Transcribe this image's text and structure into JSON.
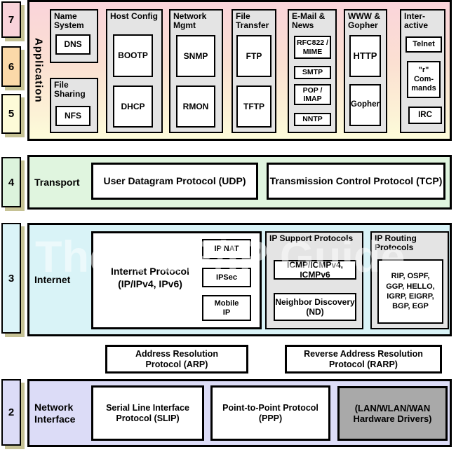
{
  "colors": {
    "layer7": "#f9d3da",
    "layer6": "#fbd9a9",
    "layer5": "#fdfbd8",
    "layer4": "#dcf3dc",
    "layer3": "#dbf4f8",
    "layer2": "#dcdcf7",
    "app_top": "#fad4da",
    "app_bottom": "#fdfcda",
    "transport_bg": "#e0f5df",
    "internet_bg": "#d9f3f7",
    "network_bg": "#dcdcf7",
    "group_bg": "#e4e4e4",
    "hw_bg": "#a9a9a9",
    "shadow": "#c6c295"
  },
  "watermark": "The TCP/IP Guide",
  "layer_numbers": {
    "l7": "7",
    "l6": "6",
    "l5": "5",
    "l4": "4",
    "l3": "3",
    "l2": "2"
  },
  "application": {
    "label": "Application",
    "groups": [
      {
        "title": "Name System",
        "items": [
          "DNS"
        ]
      },
      {
        "title": "File Sharing",
        "items": [
          "NFS"
        ]
      },
      {
        "title": "Host Config",
        "items": [
          "BOOTP",
          "DHCP"
        ]
      },
      {
        "title": "Network Mgmt",
        "items": [
          "SNMP",
          "RMON"
        ]
      },
      {
        "title": "File Transfer",
        "items": [
          "FTP",
          "TFTP"
        ]
      },
      {
        "title": "E-Mail & News",
        "items": [
          "RFC822 / MIME",
          "SMTP",
          "POP / IMAP",
          "NNTP"
        ]
      },
      {
        "title": "WWW & Gopher",
        "items": [
          "HTTP",
          "Gopher"
        ]
      },
      {
        "title": "Inter-active",
        "items": [
          "Telnet",
          "\"r\" Com-mands",
          "IRC"
        ]
      }
    ]
  },
  "transport": {
    "label": "Transport",
    "udp": "User Datagram Protocol (UDP)",
    "tcp": "Transmission Control Protocol (TCP)"
  },
  "internet": {
    "label": "Internet",
    "ip_box": "Internet Protocol (IP/IPv4, IPv6)",
    "ip_side_boxes": [
      "IP NAT",
      "IPSec",
      "Mobile IP"
    ],
    "support": {
      "title": "IP Support Protocols",
      "items": [
        "ICMP/ICMPv4, ICMPv6",
        "Neighbor Discovery (ND)"
      ]
    },
    "routing": {
      "title": "IP Routing Protocols",
      "list": "RIP, OSPF, GGP, HELLO, IGRP, EIGRP, BGP, EGP"
    }
  },
  "resolution": {
    "arp": "Address Resolution Protocol (ARP)",
    "rarp": "Reverse Address Resolution Protocol (RARP)"
  },
  "network_interface": {
    "label": "Network Interface",
    "slip": "Serial Line Interface Protocol (SLIP)",
    "ppp": "Point-to-Point Protocol (PPP)",
    "hardware": "(LAN/WLAN/WAN Hardware Drivers)"
  }
}
